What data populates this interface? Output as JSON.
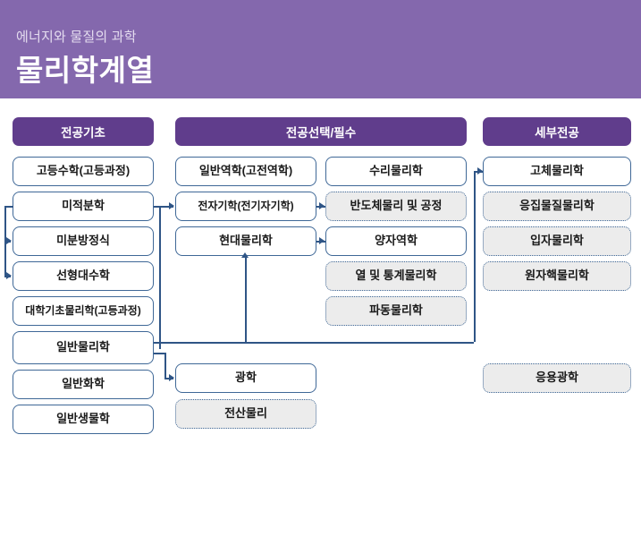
{
  "banner": {
    "subtitle": "에너지와 물질의 과학",
    "title": "물리학계열",
    "bg_color": "#8468ad"
  },
  "theme": {
    "pill_color": "#603d8c",
    "box_border": "#3f6897",
    "dashed_fill": "#ececec",
    "solid_fill": "#ffffff",
    "connector_color": "#2f5586"
  },
  "columns": [
    {
      "id": "major-basics",
      "header": "전공기초",
      "boxes": [
        {
          "label": "고등수학(고등과정)",
          "style": "solid"
        },
        {
          "label": "미적분학",
          "style": "solid"
        },
        {
          "label": "미분방정식",
          "style": "solid"
        },
        {
          "label": "선형대수학",
          "style": "solid"
        },
        {
          "label": "대학기초물리학(고등과정)",
          "style": "solid"
        },
        {
          "label": "일반물리학",
          "style": "solid"
        },
        {
          "label": "일반화학",
          "style": "solid"
        },
        {
          "label": "일반생물학",
          "style": "solid"
        }
      ]
    },
    {
      "id": "major-elective-required",
      "header": "전공선택/필수",
      "boxes_left": [
        {
          "label": "일반역학(고전역학)",
          "style": "solid"
        },
        {
          "label": "전자기학(전기자기학)",
          "style": "solid"
        },
        {
          "label": "현대물리학",
          "style": "solid"
        },
        {
          "label": "광학",
          "style": "solid"
        },
        {
          "label": "전산물리",
          "style": "dashed"
        }
      ],
      "boxes_right": [
        {
          "label": "수리물리학",
          "style": "solid"
        },
        {
          "label": "반도체물리 및 공정",
          "style": "dashed"
        },
        {
          "label": "양자역학",
          "style": "solid"
        },
        {
          "label": "열 및 통계물리학",
          "style": "dashed"
        },
        {
          "label": "파동물리학",
          "style": "dashed"
        }
      ]
    },
    {
      "id": "specialized-major",
      "header": "세부전공",
      "boxes": [
        {
          "label": "고체물리학",
          "style": "solid"
        },
        {
          "label": "응집물질물리학",
          "style": "dashed"
        },
        {
          "label": "입자물리학",
          "style": "dashed"
        },
        {
          "label": "원자핵물리학",
          "style": "dashed"
        },
        {
          "label": "응용광학",
          "style": "dashed"
        }
      ]
    }
  ]
}
